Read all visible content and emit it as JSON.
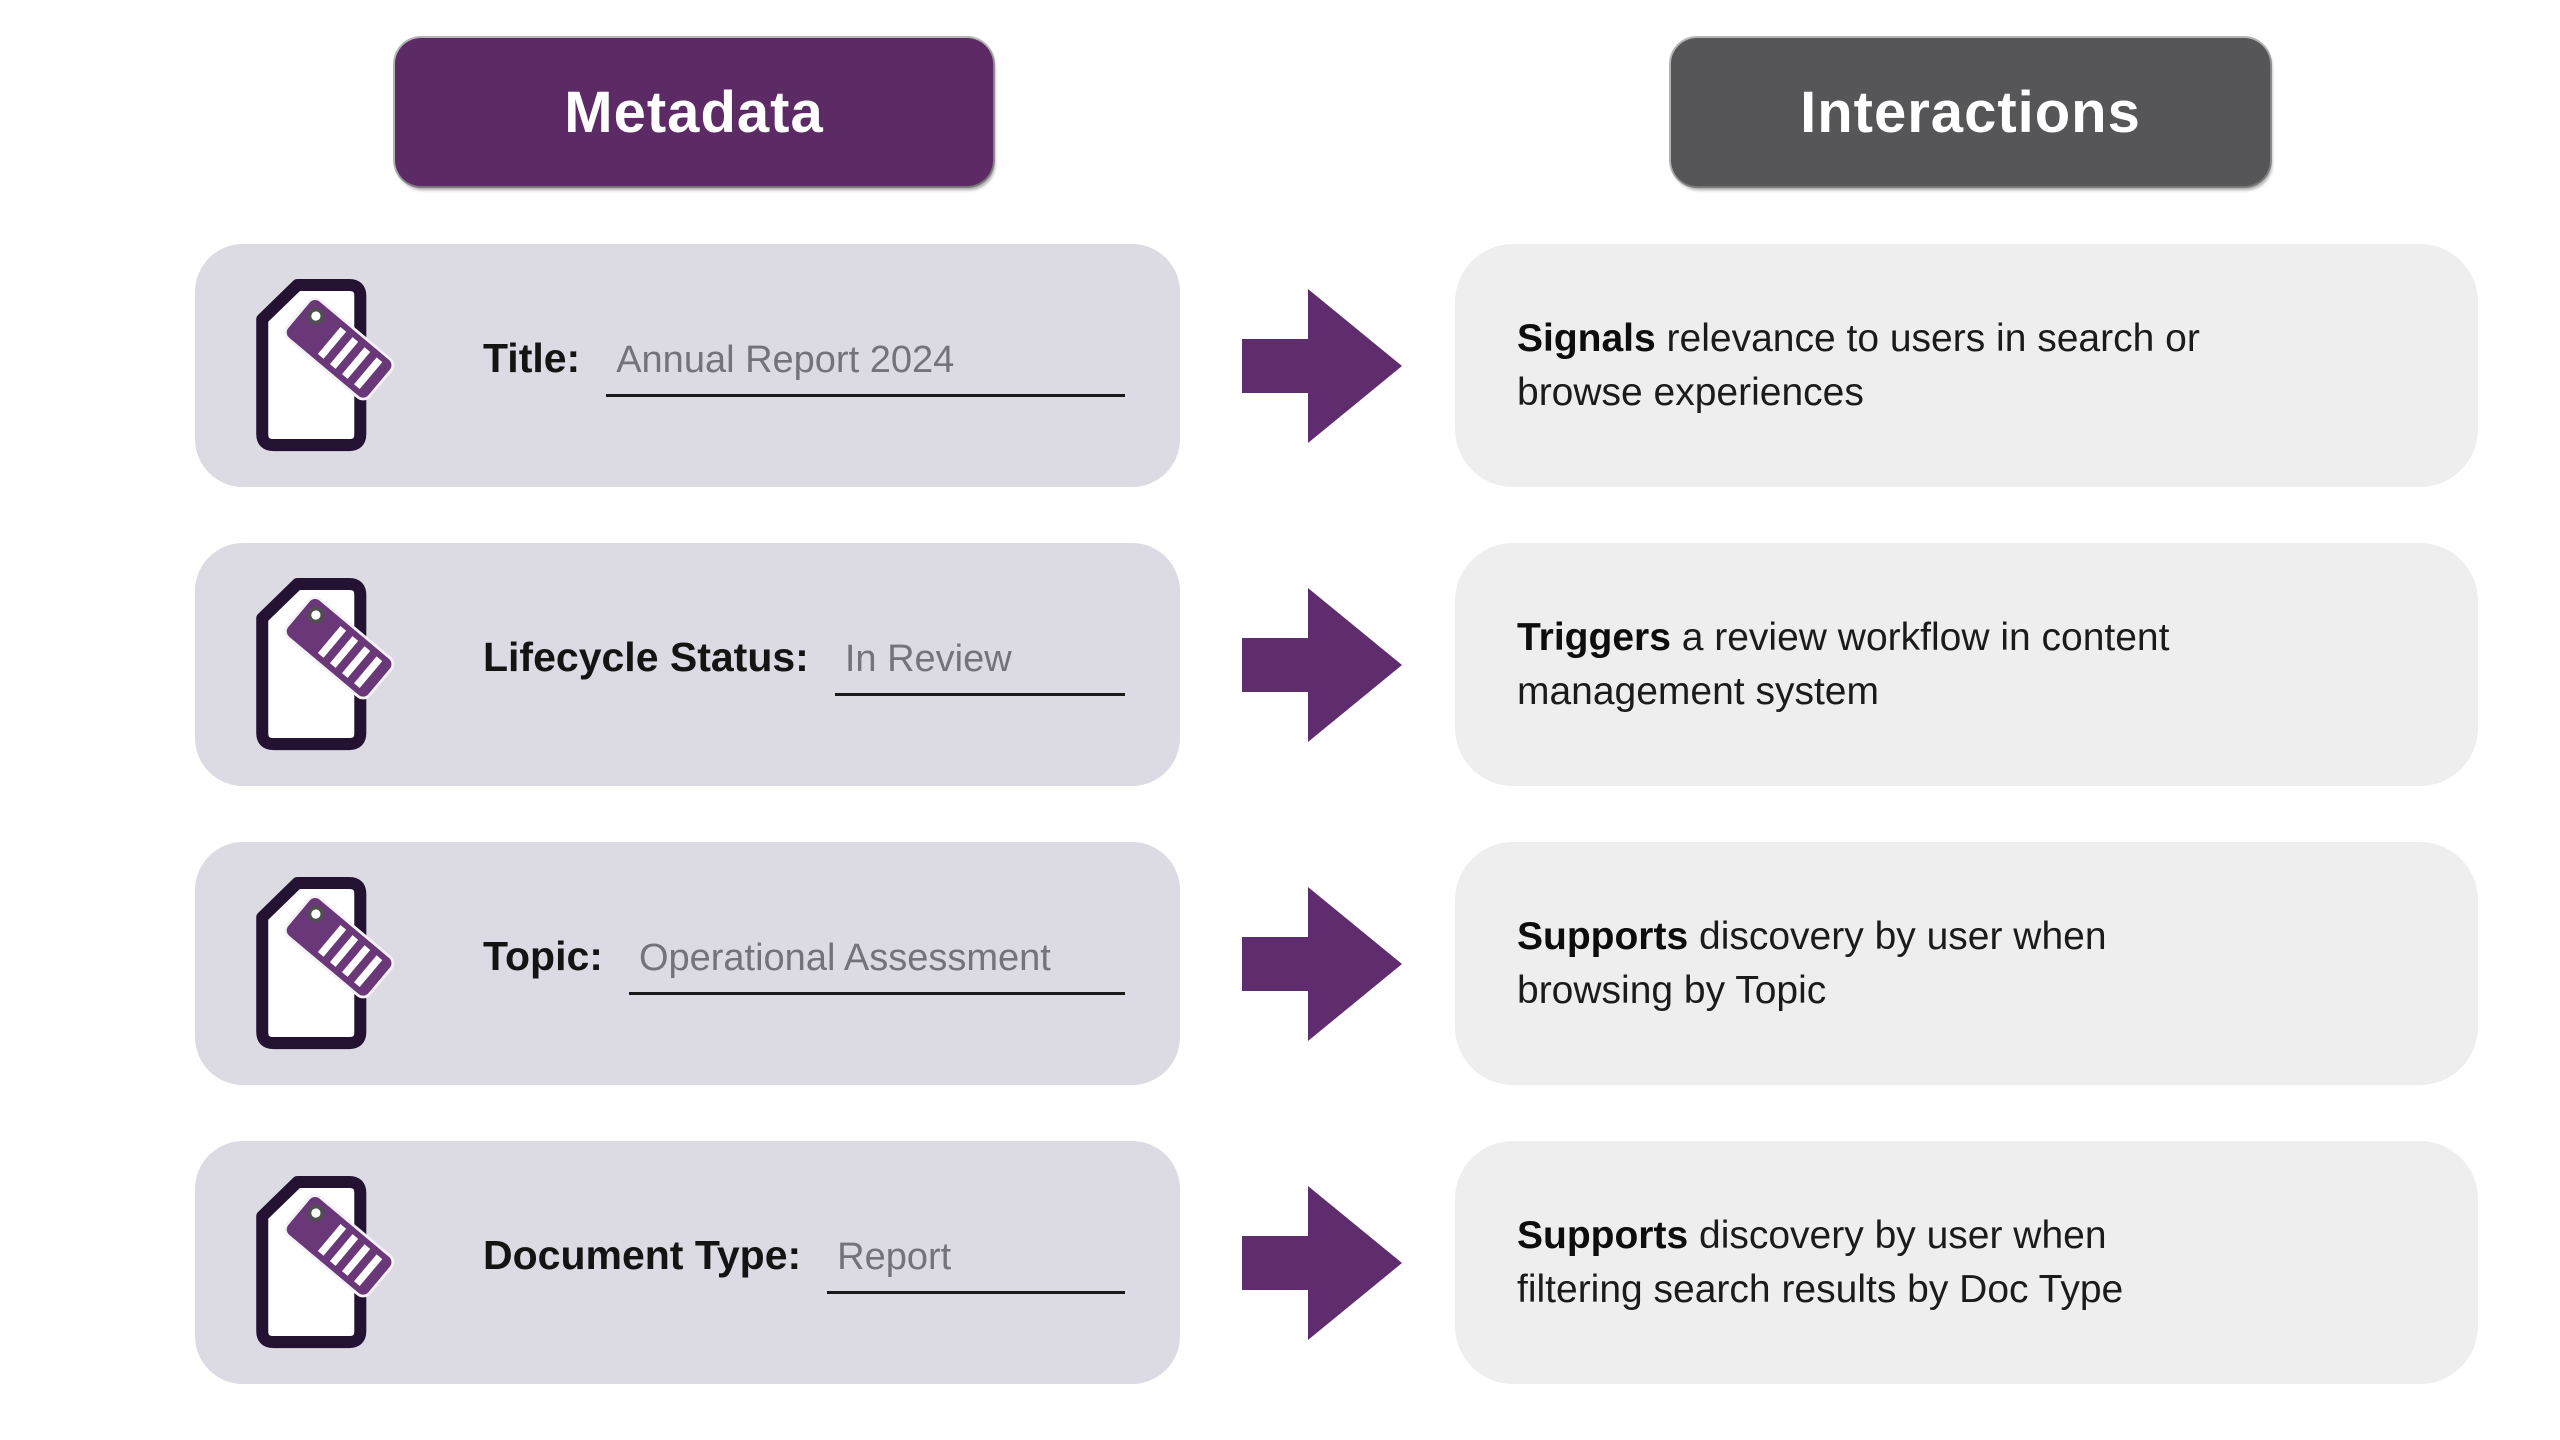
{
  "colors": {
    "header_purple": "#5c2a65",
    "header_gray": "#565558",
    "arrow_purple": "#5f2d6e",
    "tag_purple": "#6a3878",
    "doc_outline": "#241233",
    "left_card_bg": "#dcdae3",
    "right_card_bg": "#eeeeee",
    "label_text": "#141414",
    "value_text": "#74727a",
    "body_text": "#1b1b1b"
  },
  "headers": {
    "left": "Metadata",
    "right": "Interactions"
  },
  "icons": {
    "metadata_icon": "document-with-tag-icon",
    "arrow_icon": "right-arrow-icon"
  },
  "rows": [
    {
      "label": "Title:",
      "value": "Annual Report 2024",
      "interaction_bold": "Signals",
      "interaction_line1_rest": " relevance to users in search or",
      "interaction_line2": "browse experiences"
    },
    {
      "label": "Lifecycle Status:",
      "value": "In Review",
      "interaction_bold": "Triggers",
      "interaction_line1_rest": " a review workflow in content",
      "interaction_line2": "management system"
    },
    {
      "label": "Topic:",
      "value": "Operational Assessment",
      "interaction_bold": "Supports",
      "interaction_line1_rest": " discovery by user when",
      "interaction_line2": "browsing by Topic"
    },
    {
      "label": "Document Type:",
      "value": "Report",
      "interaction_bold": "Supports",
      "interaction_line1_rest": " discovery by user when",
      "interaction_line2": "filtering search results by Doc Type"
    }
  ]
}
